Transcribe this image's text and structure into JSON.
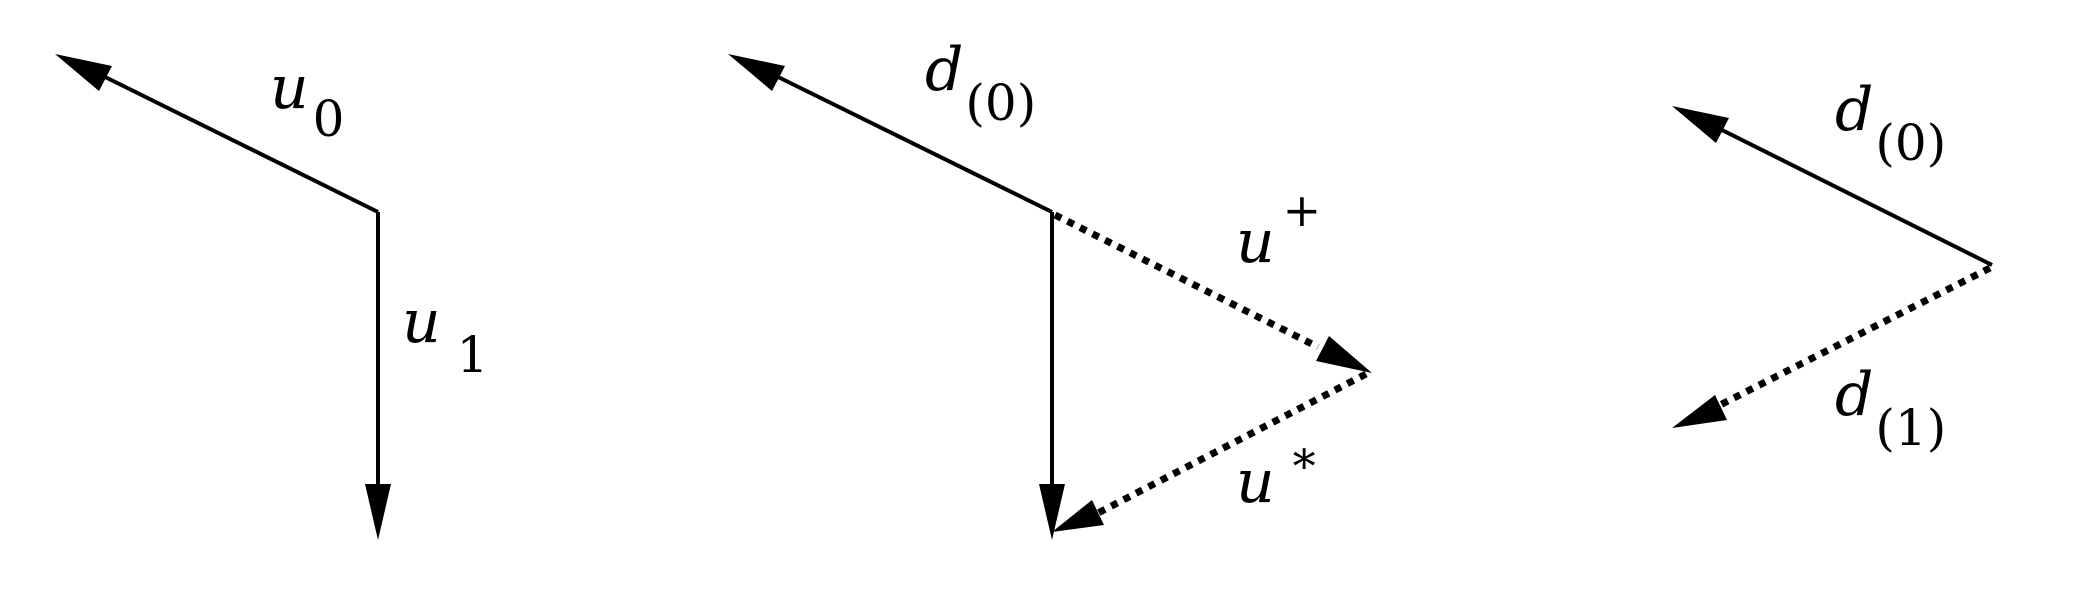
{
  "panels": [
    {
      "labels": {
        "u0": {
          "base": "u",
          "sub": "0"
        },
        "u1": {
          "base": "u",
          "sub": "1"
        }
      }
    },
    {
      "labels": {
        "d0": {
          "base": "d",
          "sub": "(0)"
        },
        "uplus": {
          "base": "u",
          "sup": "+"
        },
        "ustar": {
          "base": "u",
          "sup": "*"
        }
      }
    },
    {
      "labels": {
        "d0": {
          "base": "d",
          "sub": "(0)"
        },
        "d1": {
          "base": "d",
          "sub": "(1)"
        }
      }
    }
  ],
  "colors": {
    "ink": "#000000",
    "background": "#ffffff"
  }
}
